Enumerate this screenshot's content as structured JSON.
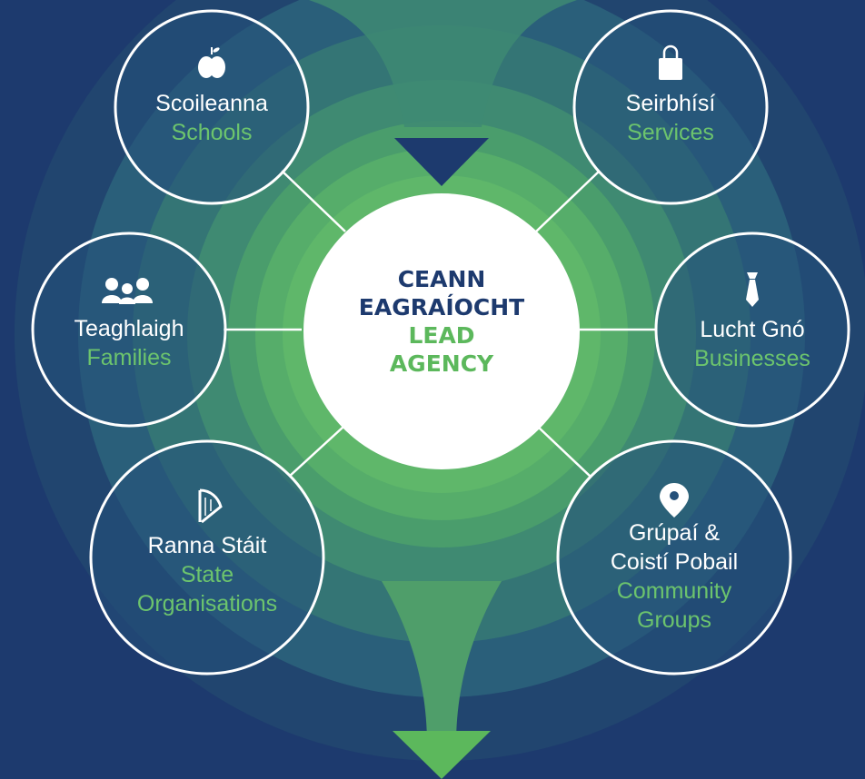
{
  "colors": {
    "background": "#1d3a6e",
    "ring_outer": "#2a5f7a",
    "ring_mid": "#3f8a76",
    "ring_inner": "#56ad6d",
    "green": "#5cb85c",
    "navy": "#1d3a6e",
    "white": "#ffffff"
  },
  "center": {
    "irish_line1": "CEANN",
    "irish_line2": "EAGRAÍOCHT",
    "english_line1": "LEAD",
    "english_line2": "AGENCY"
  },
  "nodes": {
    "schools": {
      "irish": "Scoileanna",
      "english": "Schools",
      "icon": "apple-icon"
    },
    "services": {
      "irish": "Seirbhísí",
      "english": "Services",
      "icon": "shopping-bag-icon"
    },
    "families": {
      "irish": "Teaghlaigh",
      "english": "Families",
      "icon": "family-icon"
    },
    "businesses": {
      "irish": "Lucht Gnó",
      "english": "Businesses",
      "icon": "tie-icon"
    },
    "state": {
      "irish": "Ranna Stáit",
      "english_line1": "State",
      "english_line2": "Organisations",
      "icon": "harp-icon"
    },
    "community": {
      "irish_line1": "Grúpaí &",
      "irish_line2": "Coistí Pobail",
      "english_line1": "Community",
      "english_line2": "Groups",
      "icon": "location-pin-icon"
    }
  }
}
